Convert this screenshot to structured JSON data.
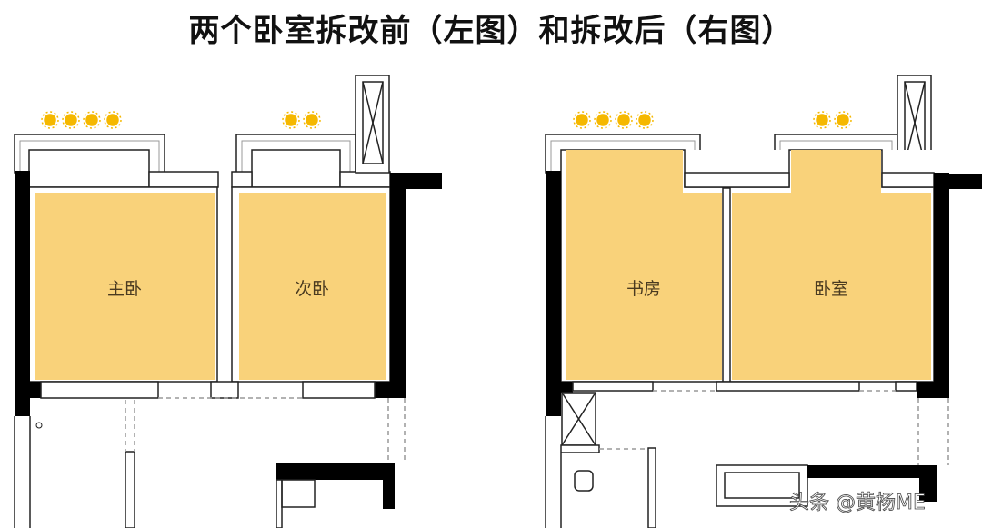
{
  "title": "两个卧室拆改前（左图）和拆改后（右图）",
  "before": {
    "rooms": [
      {
        "label": "主卧",
        "sun_rating": 4
      },
      {
        "label": "次卧",
        "sun_rating": 2
      }
    ]
  },
  "after": {
    "rooms": [
      {
        "label": "书房",
        "sun_rating": 4
      },
      {
        "label": "卧室",
        "sun_rating": 2
      }
    ]
  },
  "watermark": "头条 @黄杨ME",
  "colors": {
    "room_fill": "#F9D27A",
    "wall": "#000000",
    "sun": "#F5B800"
  }
}
